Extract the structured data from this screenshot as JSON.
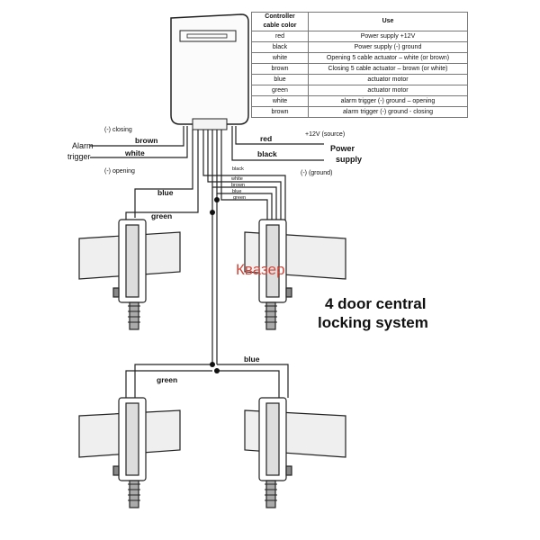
{
  "table": {
    "header_col1_line1": "Controller",
    "header_col1_line2": "cable color",
    "header_col2": "Use",
    "rows": [
      {
        "color": "red",
        "use": "Power supply +12V"
      },
      {
        "color": "black",
        "use": "Power supply (-) ground"
      },
      {
        "color": "white",
        "use": "Opening 5 cable actuator – white (or brown)"
      },
      {
        "color": "brown",
        "use": "Closing 5 cable actuator – brown (or white)"
      },
      {
        "color": "blue",
        "use": "actuator motor"
      },
      {
        "color": "green",
        "use": "actuator motor"
      },
      {
        "color": "white",
        "use": "alarm trigger (-) ground – opening"
      },
      {
        "color": "brown",
        "use": "alarm trigger (-) ground - closing"
      }
    ]
  },
  "labels": {
    "closing": "(-) closing",
    "opening": "(-) opening",
    "brown": "brown",
    "white": "white",
    "alarm_trigger_1": "Alarm",
    "alarm_trigger_2": "trigger",
    "source": "+12V (source)",
    "red": "red",
    "black": "black",
    "power_supply_1": "Power",
    "power_supply_2": "supply",
    "ground": "(-) (ground)",
    "small_black": "black",
    "small_white": "white",
    "small_brown": "brown",
    "small_blue": "blue",
    "small_green": "green",
    "blue_top": "blue",
    "green_top": "green",
    "blue_bottom": "blue",
    "green_bottom": "green",
    "watermark": "Квазер",
    "title_1": "4 door central",
    "title_2": "locking system"
  },
  "colors": {
    "line": "#222222",
    "watermark": "#d4463a"
  }
}
